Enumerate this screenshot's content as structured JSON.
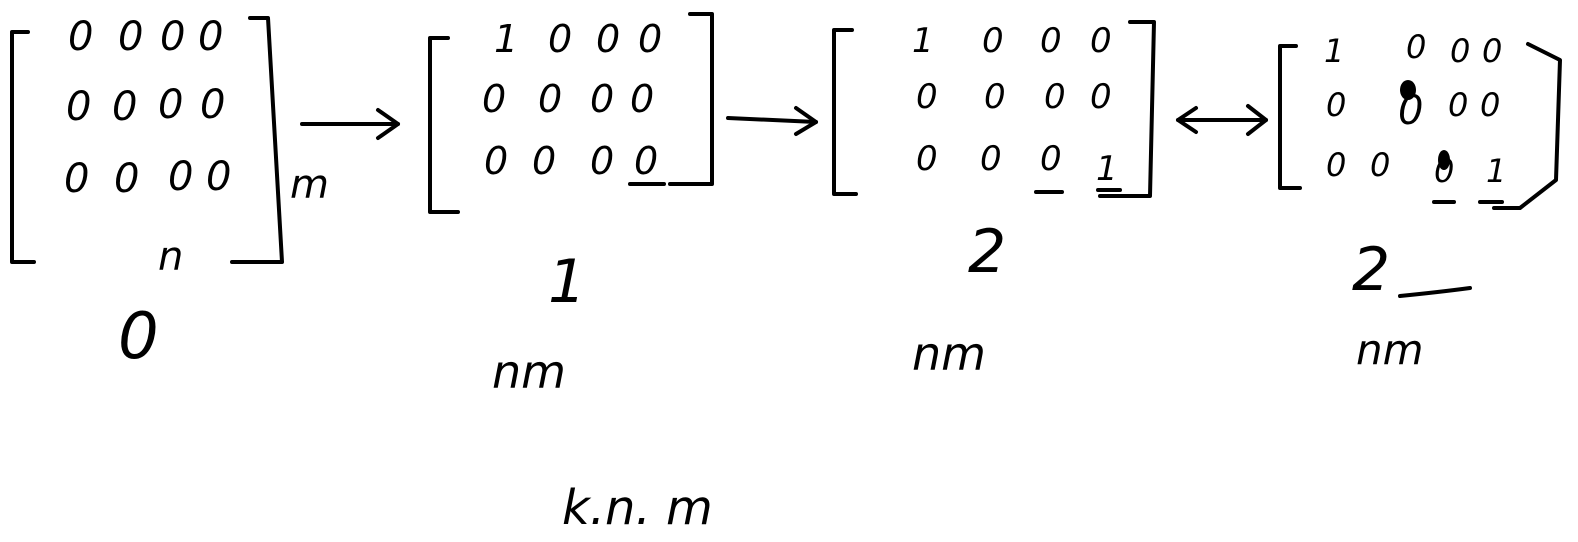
{
  "ink_color": "#000000",
  "background_color": "#ffffff",
  "matrices": [
    {
      "rows": [
        [
          "0",
          "0",
          "0",
          "0"
        ],
        [
          "0",
          "0",
          "0",
          "0"
        ],
        [
          "0",
          "0",
          "0",
          "0"
        ]
      ],
      "row_dim": "m",
      "col_dim": "n",
      "count_label": "0",
      "cost_label": ""
    },
    {
      "rows": [
        [
          "1",
          "0",
          "0",
          "0"
        ],
        [
          "0",
          "0",
          "0",
          "0"
        ],
        [
          "0",
          "0",
          "0",
          "0"
        ]
      ],
      "row_dim": "",
      "col_dim": "",
      "count_label": "1",
      "cost_label": "nm"
    },
    {
      "rows": [
        [
          "1",
          "0",
          "0",
          "0"
        ],
        [
          "0",
          "0",
          "0",
          "0"
        ],
        [
          "0",
          "0",
          "0",
          "1"
        ]
      ],
      "row_dim": "",
      "col_dim": "",
      "count_label": "2",
      "cost_label": "nm"
    },
    {
      "rows": [
        [
          "1",
          "0",
          "0",
          "0"
        ],
        [
          "0",
          "0",
          "0",
          "0"
        ],
        [
          "0",
          "0",
          "0",
          "1"
        ]
      ],
      "row_dim": "",
      "col_dim": "",
      "count_label": "2",
      "cost_label": "nm"
    }
  ],
  "total_cost": "k.n. m"
}
